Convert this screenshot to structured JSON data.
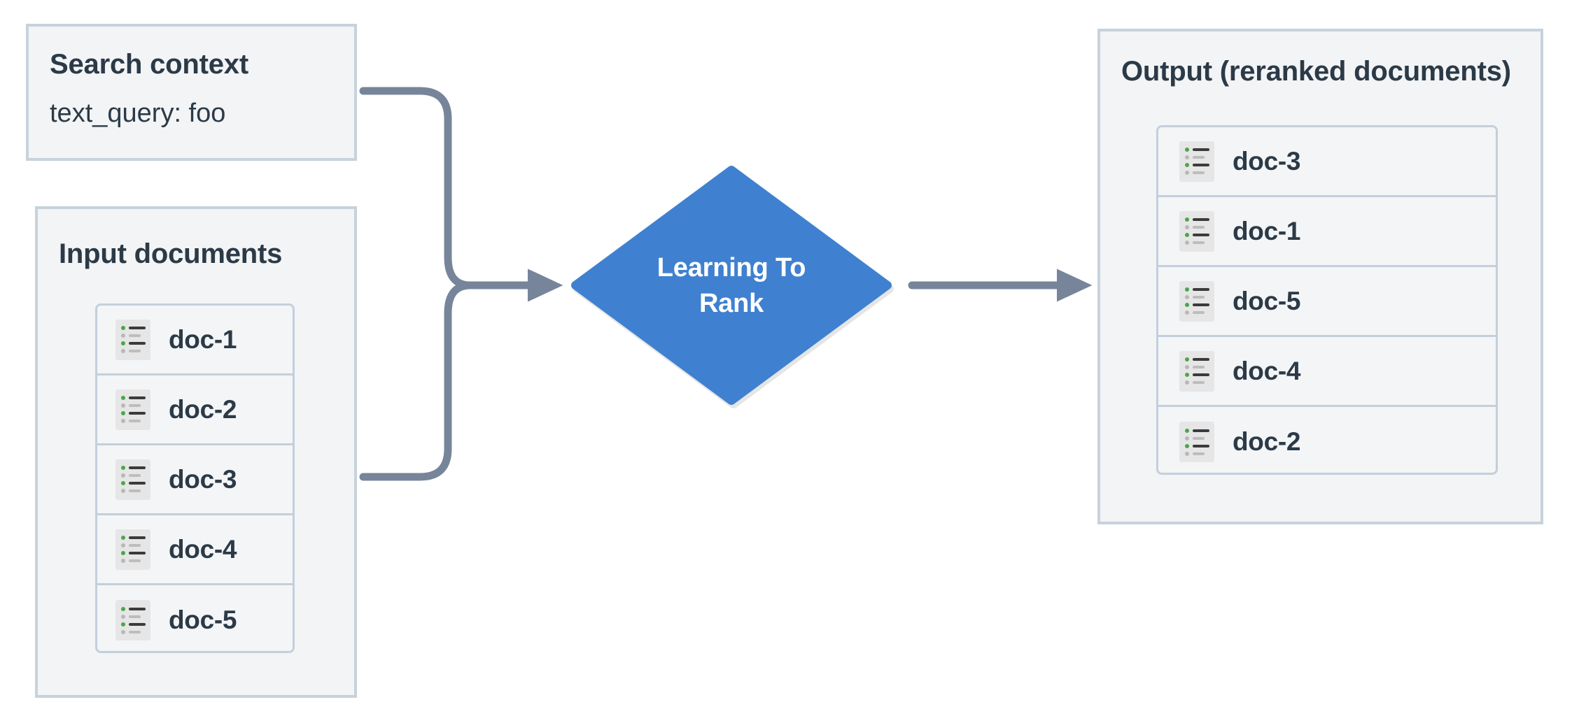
{
  "diagram": {
    "title": "Learning To Rank reranking flow",
    "background_color": "#ffffff",
    "panel_fill": "#f2f4f6",
    "panel_border": "#c7d2dc",
    "connector_color": "#77859a",
    "accent_color": "#3f81d0",
    "text_color": "#2c3a47"
  },
  "search_context": {
    "title": "Search context",
    "query_line": "text_query: foo"
  },
  "input": {
    "title": "Input documents",
    "documents": [
      {
        "label": "doc-1",
        "icon": "document-list-icon"
      },
      {
        "label": "doc-2",
        "icon": "document-list-icon"
      },
      {
        "label": "doc-3",
        "icon": "document-list-icon"
      },
      {
        "label": "doc-4",
        "icon": "document-list-icon"
      },
      {
        "label": "doc-5",
        "icon": "document-list-icon"
      }
    ]
  },
  "process": {
    "label_line1": "Learning To",
    "label_line2": "Rank",
    "shape": "diamond",
    "fill_color": "#3f81d0"
  },
  "output": {
    "title": "Output (reranked documents)",
    "documents": [
      {
        "label": "doc-3",
        "icon": "document-list-icon"
      },
      {
        "label": "doc-1",
        "icon": "document-list-icon"
      },
      {
        "label": "doc-5",
        "icon": "document-list-icon"
      },
      {
        "label": "doc-4",
        "icon": "document-list-icon"
      },
      {
        "label": "doc-2",
        "icon": "document-list-icon"
      }
    ]
  },
  "connectors": [
    {
      "name": "search-context-to-ltr",
      "from": "search_context",
      "to": "process",
      "style": "elbow-arrow"
    },
    {
      "name": "input-documents-to-ltr",
      "from": "input",
      "to": "process",
      "style": "elbow-arrow"
    },
    {
      "name": "ltr-to-output",
      "from": "process",
      "to": "output",
      "style": "straight-arrow"
    }
  ]
}
